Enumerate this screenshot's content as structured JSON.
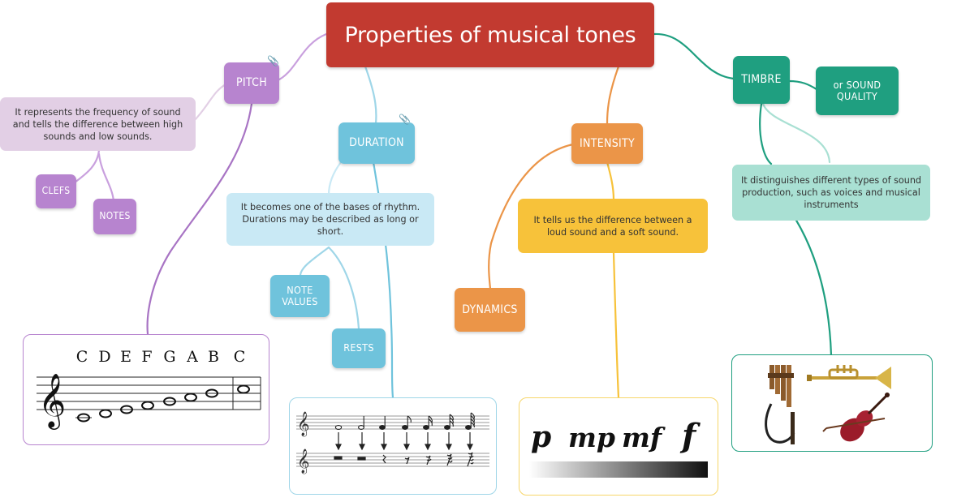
{
  "title": "Properties of musical tones",
  "nodes": {
    "pitch": "PITCH",
    "pitch_desc": "It represents the frequency of sound and tells the difference between high sounds and low sounds.",
    "clefs": "CLEFS",
    "notes": "NOTES",
    "duration": "DURATION",
    "duration_desc": "It becomes one of the bases of rhythm. Durations may be described as long or short.",
    "note_values": "NOTE VALUES",
    "rests": "RESTS",
    "intensity": "INTENSITY",
    "intensity_desc": "It tells us the difference between a loud sound and a soft sound.",
    "dynamics": "DYNAMICS",
    "timbre": "TIMBRE",
    "sound_quality": "or SOUND QUALITY",
    "timbre_desc": "It distinguishes different types of sound production, such as voices and musical instruments"
  },
  "scale_letters": [
    "C",
    "D",
    "E",
    "F",
    "G",
    "A",
    "B",
    "C"
  ],
  "dynamics_marks": [
    "p",
    "mp",
    "mf",
    "f"
  ],
  "colors": {
    "title": "#c23a30",
    "pitch": "#b784cf",
    "pitch_light": "#e2cfe5",
    "duration": "#6fc3dc",
    "duration_light": "#c9e9f5",
    "intensity": "#eb9548",
    "intensity_light": "#f7c23a",
    "timbre": "#1f9f80",
    "timbre_light": "#a9e0d3"
  },
  "icons": [
    "treble-clef-icon",
    "pan-flute-icon",
    "trumpet-icon",
    "violin-icon",
    "paperclip-icon"
  ]
}
